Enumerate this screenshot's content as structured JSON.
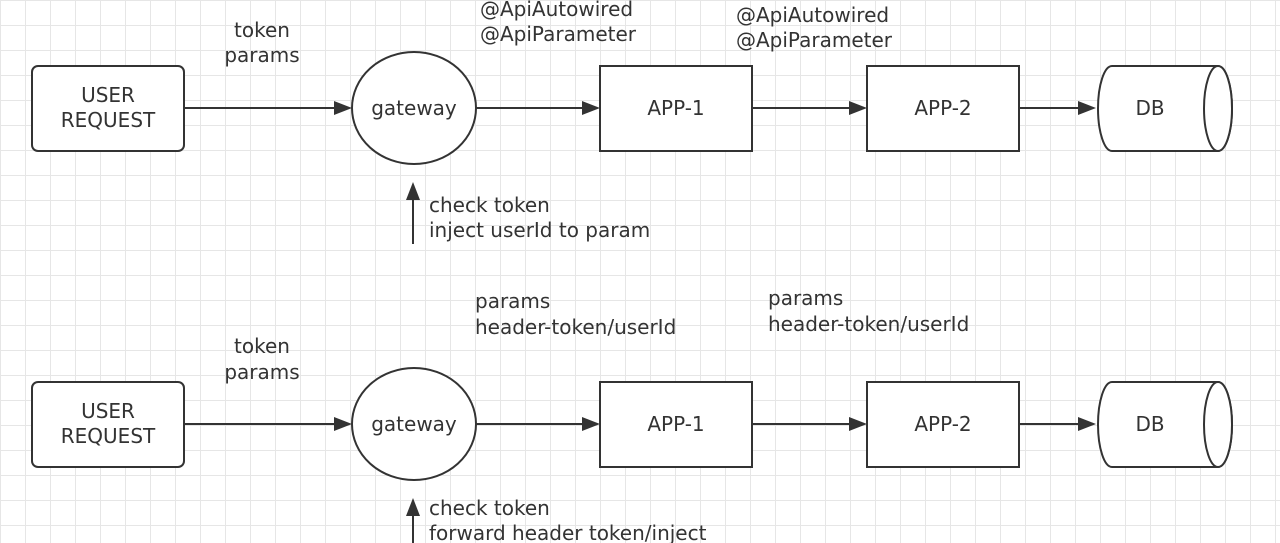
{
  "rows": [
    {
      "nodes": {
        "user": [
          "USER",
          "REQUEST"
        ],
        "gateway": "gateway",
        "app1": "APP-1",
        "app2": "APP-2",
        "db": "DB"
      },
      "labels": {
        "user_to_gateway": [
          "token",
          "params"
        ],
        "gateway_to_app1": [
          "@ApiAutowired",
          "@ApiParameter"
        ],
        "app1_to_app2": [
          "@ApiAutowired",
          "@ApiParameter"
        ],
        "gateway_note": [
          "check token",
          "inject userId to param"
        ]
      }
    },
    {
      "nodes": {
        "user": [
          "USER",
          "REQUEST"
        ],
        "gateway": "gateway",
        "app1": "APP-1",
        "app2": "APP-2",
        "db": "DB"
      },
      "labels": {
        "user_to_gateway": [
          "token",
          "params"
        ],
        "gateway_to_app1": [
          "params",
          "header-token/userId"
        ],
        "app1_to_app2": [
          "params",
          "header-token/userId"
        ],
        "gateway_note": [
          "check token",
          "forward header token/inject"
        ]
      }
    }
  ]
}
